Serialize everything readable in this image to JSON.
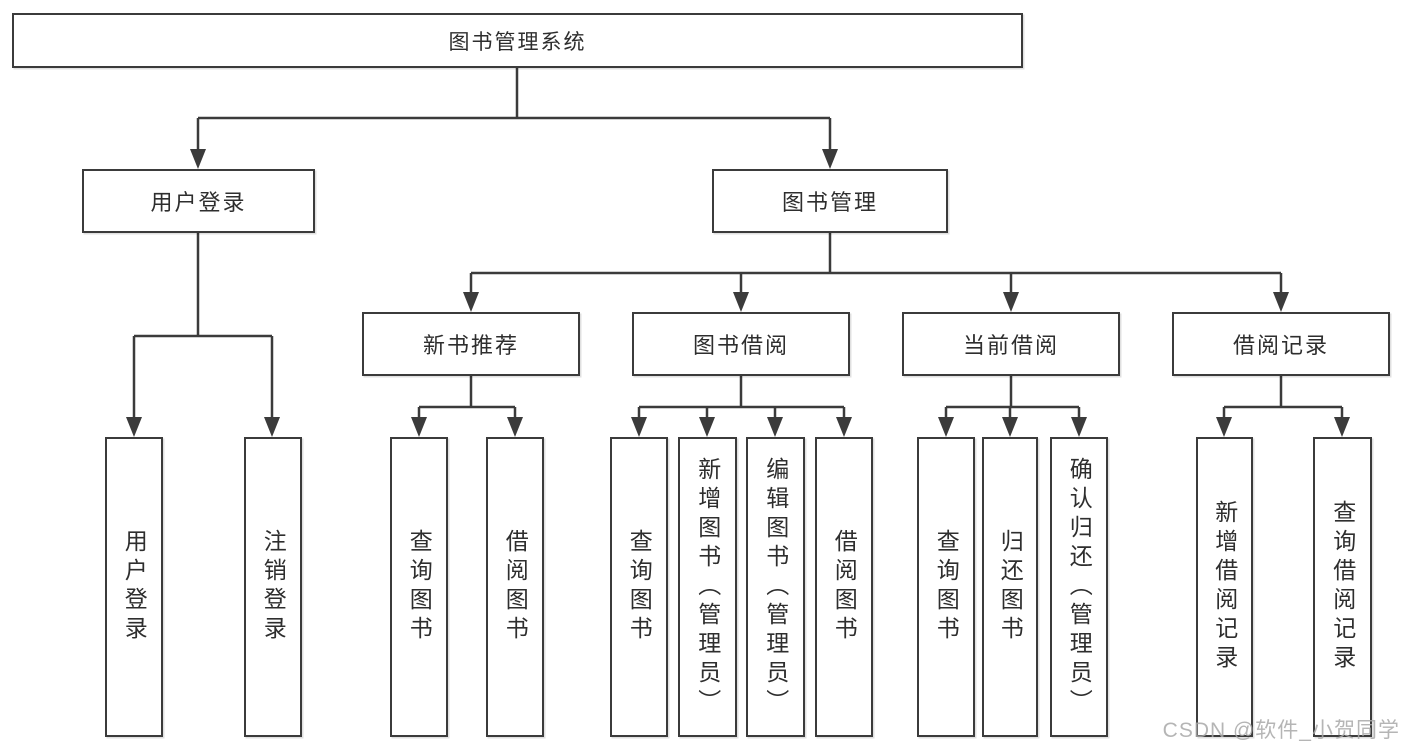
{
  "diagram_title": "图书管理系统",
  "tree": {
    "root": {
      "label": "图书管理系统"
    },
    "branches": [
      {
        "label": "用户登录",
        "children": [
          {
            "label": "用户登录"
          },
          {
            "label": "注销登录"
          }
        ]
      },
      {
        "label": "图书管理",
        "children": [
          {
            "label": "新书推荐",
            "children": [
              {
                "label": "查询图书"
              },
              {
                "label": "借阅图书"
              }
            ]
          },
          {
            "label": "图书借阅",
            "children": [
              {
                "label": "查询图书"
              },
              {
                "label": "新增图书（管理员）"
              },
              {
                "label": "编辑图书（管理员）"
              },
              {
                "label": "借阅图书"
              }
            ]
          },
          {
            "label": "当前借阅",
            "children": [
              {
                "label": "查询图书"
              },
              {
                "label": "归还图书"
              },
              {
                "label": "确认归还（管理员）"
              }
            ]
          },
          {
            "label": "借阅记录",
            "children": [
              {
                "label": "新增借阅记录"
              },
              {
                "label": "查询借阅记录"
              }
            ]
          }
        ]
      }
    ]
  },
  "watermark": {
    "text": "CSDN @软件_小贺同学"
  },
  "colors": {
    "line": "#3b3b3b",
    "box_border": "#3b3b3b",
    "text": "#2e2e2e",
    "watermark": "#a9a9a9",
    "background": "#ffffff"
  }
}
